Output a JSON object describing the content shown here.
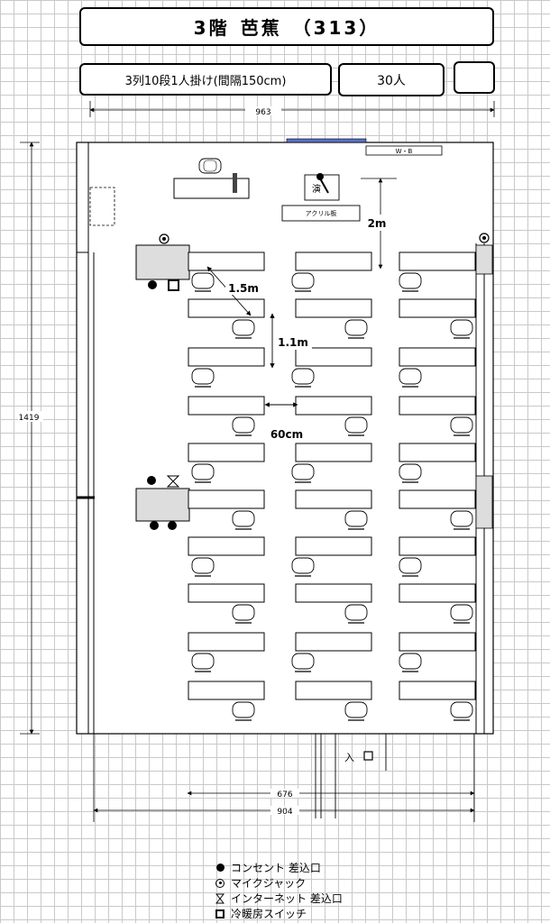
{
  "header": {
    "floor": "3階",
    "room_name": "芭蕉",
    "room_number": "（313）",
    "layout_description": "3列10段1人掛け(間隔150cm)",
    "capacity": "30人"
  },
  "dimensions": {
    "top_width": "963",
    "height": "1419",
    "bottom_inner": "676",
    "bottom_outer": "904"
  },
  "annotations": {
    "gap_front": "2m",
    "gap_desk": "1.5m",
    "gap_row": "1.1m",
    "gap_col": "60cm",
    "whiteboard": "W・B",
    "acrylic_board": "アクリル板",
    "podium_mark": "演",
    "entrance": "入"
  },
  "legend": [
    {
      "symbol": "outlet",
      "label": "コンセント 差込口"
    },
    {
      "symbol": "mic-jack",
      "label": "マイクジャック"
    },
    {
      "symbol": "lan",
      "label": "インターネット 差込口"
    },
    {
      "symbol": "ac-switch",
      "label": "冷暖房スイッチ"
    }
  ]
}
